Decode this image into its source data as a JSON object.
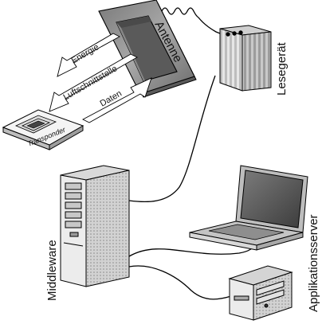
{
  "labels": {
    "antenna": "Antenne",
    "reader": "Lesegerät",
    "transponder": "Transponder",
    "energy": "Energie",
    "air_interface": "Luftschnittstelle",
    "data": "Daten",
    "middleware": "Middleware",
    "application_server": "Applikationsserver"
  }
}
